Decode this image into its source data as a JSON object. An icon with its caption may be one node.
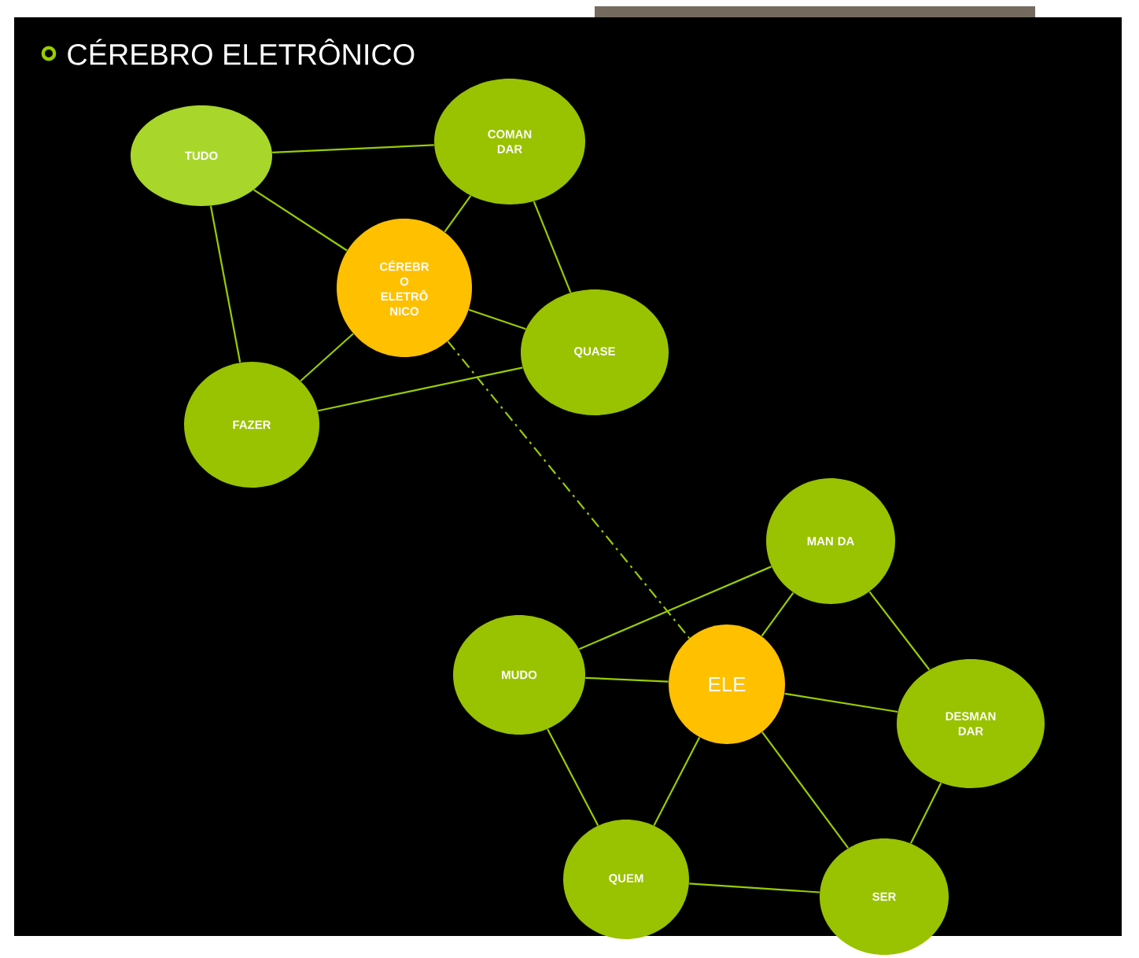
{
  "diagram": {
    "title": "CÉREBRO ELETRÔNICO",
    "nodes": [
      {
        "text": [
          "TUDO"
        ]
      },
      {
        "text": [
          "COMAN DAR"
        ]
      },
      {
        "text": [
          "CÉREBR O ELETRÔ NICO"
        ]
      },
      {
        "text": [
          "QUASE"
        ]
      },
      {
        "text": [
          "FAZER"
        ]
      },
      {
        "text": [
          "MAN DA"
        ]
      },
      {
        "text": [
          "MUDO"
        ]
      },
      {
        "text": [
          "ELE"
        ]
      },
      {
        "text": [
          "DESMAN DAR"
        ]
      },
      {
        "text": [
          "QUEM"
        ]
      },
      {
        "text": [
          "SER"
        ]
      }
    ],
    "edges": [
      {
        "from": 0,
        "to": 1,
        "arrow": "none"
      },
      {
        "from": 0,
        "to": 2,
        "arrow": "none"
      },
      {
        "from": 0,
        "to": 4,
        "arrow": "none"
      },
      {
        "from": 1,
        "to": 2,
        "arrow": "none"
      },
      {
        "from": 1,
        "to": 3,
        "arrow": "none"
      },
      {
        "from": 2,
        "to": 3,
        "arrow": "none"
      },
      {
        "from": 2,
        "to": 4,
        "arrow": "none"
      },
      {
        "from": 4,
        "to": 3,
        "arrow": "none"
      },
      {
        "from": 2,
        "to": 7,
        "arrow": "none",
        "style": "dashed"
      },
      {
        "from": 5,
        "to": 6,
        "arrow": "none"
      },
      {
        "from": 5,
        "to": 7,
        "arrow": "none"
      },
      {
        "from": 5,
        "to": 8,
        "arrow": "none"
      },
      {
        "from": 6,
        "to": 7,
        "arrow": "none"
      },
      {
        "from": 6,
        "to": 9,
        "arrow": "none"
      },
      {
        "from": 7,
        "to": 9,
        "arrow": "none"
      },
      {
        "from": 7,
        "to": 8,
        "arrow": "none"
      },
      {
        "from": 7,
        "to": 10,
        "arrow": "none"
      },
      {
        "from": 9,
        "to": 10,
        "arrow": "none"
      },
      {
        "from": 8,
        "to": 10,
        "arrow": "none"
      }
    ]
  }
}
